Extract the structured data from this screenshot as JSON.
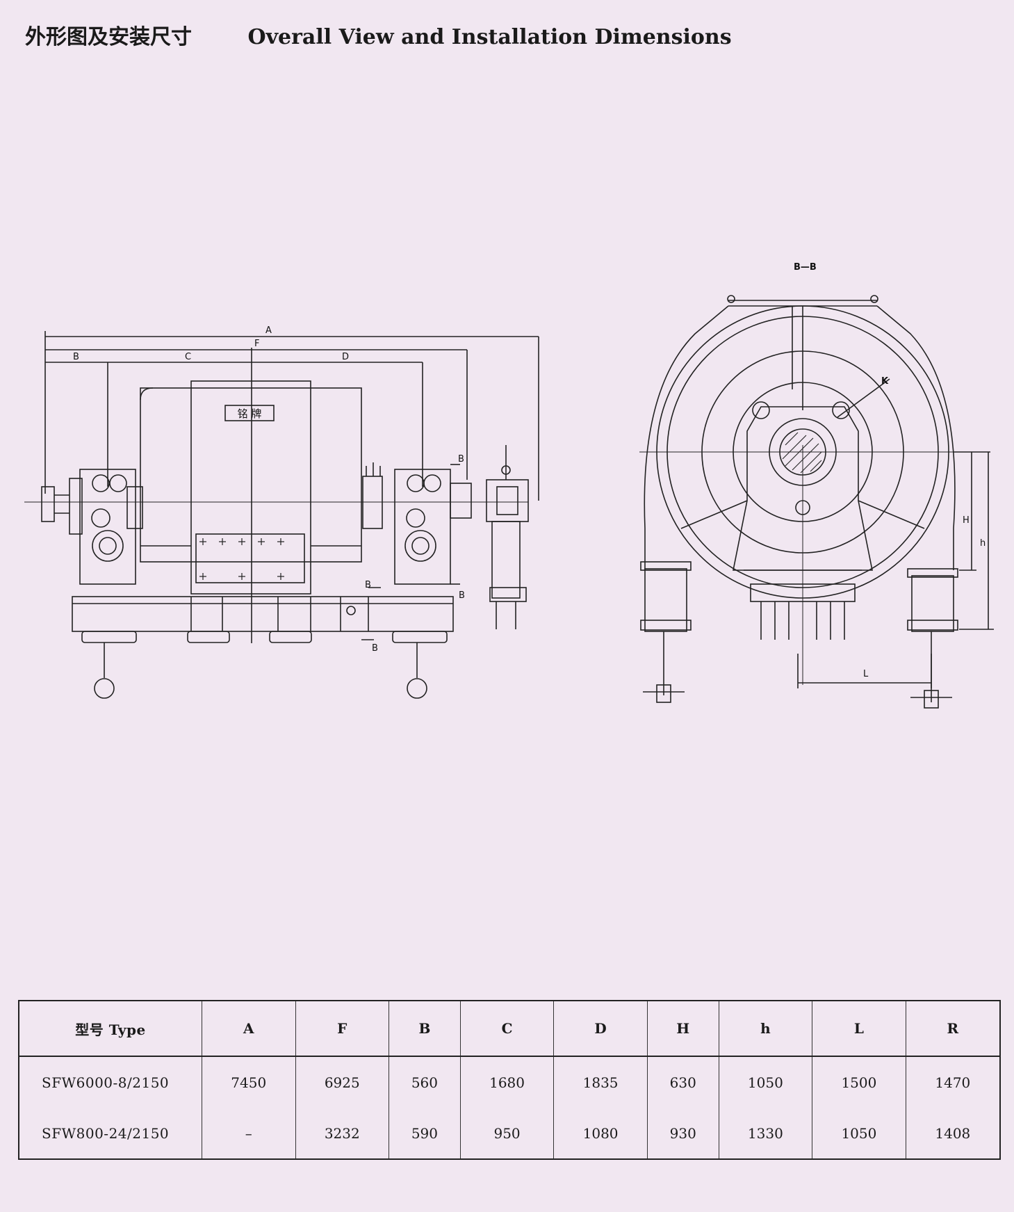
{
  "header": {
    "title_cn": "外形图及安装尺寸",
    "title_en": "Overall View and Installation Dimensions"
  },
  "drawing": {
    "nameplate": "铭 牌",
    "section_title": "B—B",
    "dim_labels": {
      "A": "A",
      "F": "F",
      "B": "B",
      "C": "C",
      "D": "D",
      "K": "K",
      "H": "H",
      "h": "h",
      "L": "L"
    }
  },
  "table": {
    "headers": [
      "型号 Type",
      "A",
      "F",
      "B",
      "C",
      "D",
      "H",
      "h",
      "L",
      "R"
    ],
    "rows": [
      [
        "SFW6000-8/2150",
        "7450",
        "6925",
        "560",
        "1680",
        "1835",
        "630",
        "1050",
        "1500",
        "1470"
      ],
      [
        "SFW800-24/2150",
        "–",
        "3232",
        "590",
        "950",
        "1080",
        "930",
        "1330",
        "1050",
        "1408"
      ]
    ]
  }
}
